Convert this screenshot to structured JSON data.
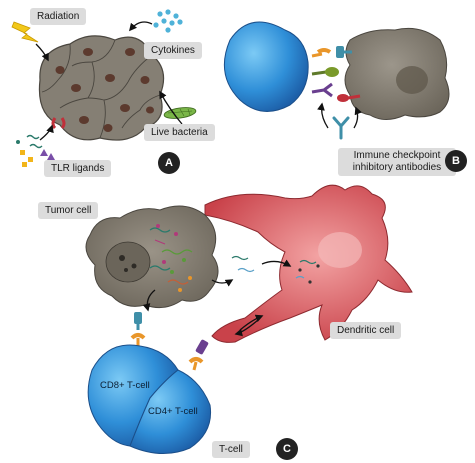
{
  "panel_a": {
    "radiation": "Radiation",
    "cytokines": "Cytokines",
    "live_bacteria": "Live bacteria",
    "tlr_ligands": "TLR ligands",
    "letter": "A"
  },
  "panel_b": {
    "checkpoint_line1": "Immune checkpoint",
    "checkpoint_line2": "inhibitory antibodies",
    "letter": "B"
  },
  "panel_c": {
    "tumor_cell": "Tumor cell",
    "dendritic_cell": "Dendritic cell",
    "cd8": "CD8+ T-cell",
    "cd4": "CD4+ T-cell",
    "tcell": "T-cell",
    "letter": "C"
  },
  "colors": {
    "tumor": "#857f74",
    "tumor_dark": "#5a554c",
    "tcell_blue": "#2f8fd8",
    "dendritic_red": "#d9555a",
    "receptor_orange": "#e9962a",
    "receptor_teal": "#3f8fa8",
    "bacteria_green": "#7ab648",
    "lightning_yellow": "#f2c81a"
  }
}
